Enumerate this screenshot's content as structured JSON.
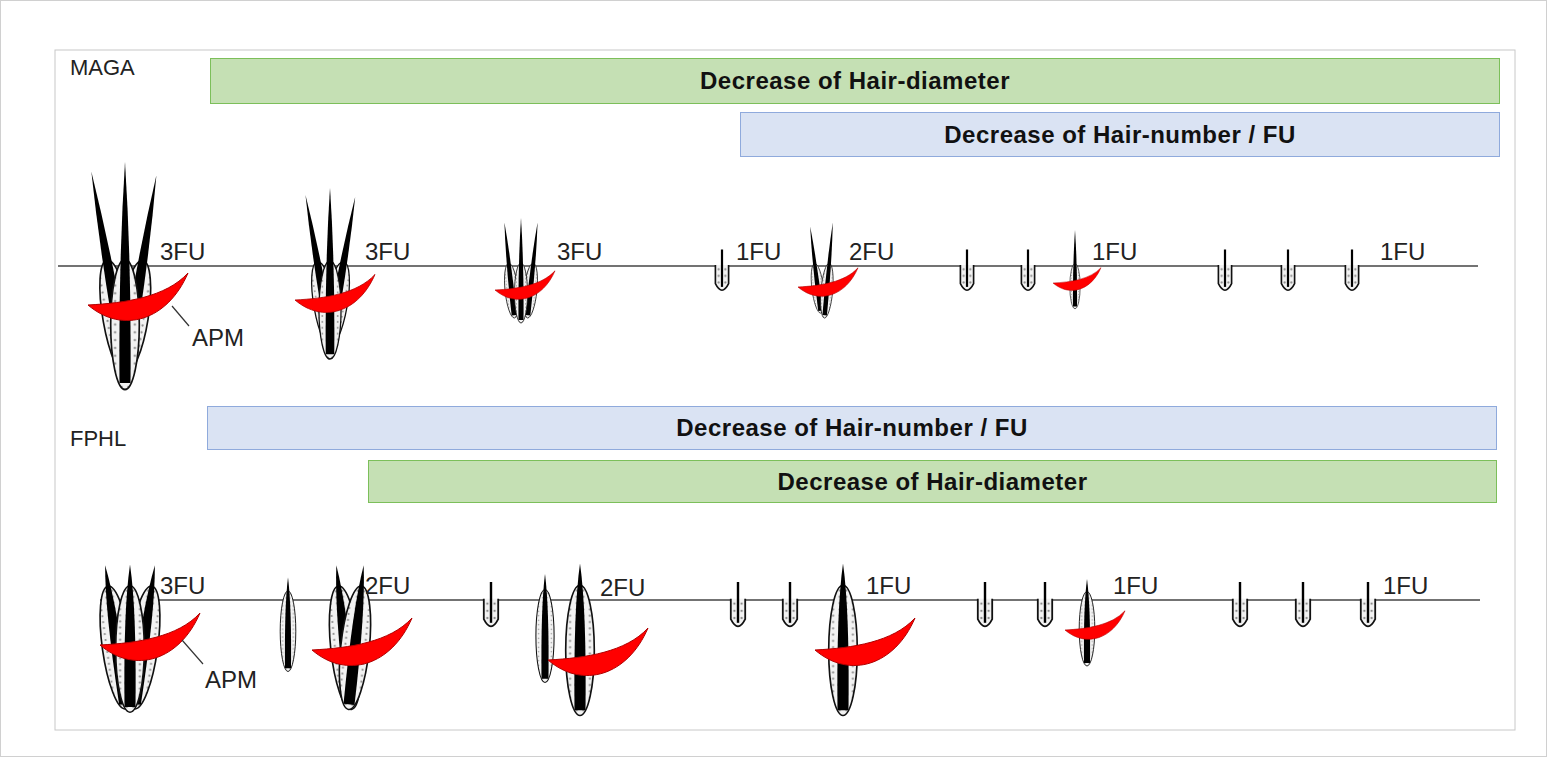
{
  "diagram": {
    "nodes": [
      {
        "text": [
          "Decrease of Hair-diameter"
        ]
      },
      {
        "text": [
          "Decrease of Hair-number / FU"
        ]
      },
      {
        "text": [
          "Decrease of Hair-number / FU"
        ]
      },
      {
        "text": [
          "Decrease of Hair-diameter"
        ]
      }
    ],
    "labels": [
      "MAGA",
      "3FU",
      "3FU",
      "3FU",
      "1FU",
      "2FU",
      "1FU",
      "1FU",
      "APM",
      "FPHL",
      "3FU",
      "2FU",
      "2FU",
      "1FU",
      "1FU",
      "1FU",
      "APM"
    ]
  }
}
